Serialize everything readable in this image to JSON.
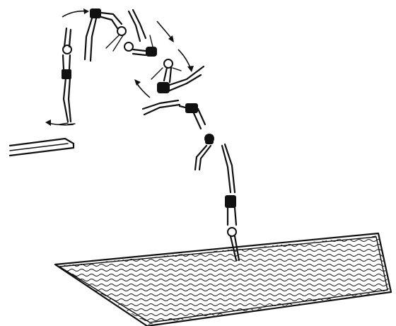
{
  "figure": {
    "subject": "",
    "colors": {
      "ink": "#111111",
      "background": "#ffffff"
    },
    "elements": {
      "board": "springboard",
      "pool": "water-surface",
      "diver_phases": 7,
      "rotation_arrows": 5
    }
  }
}
